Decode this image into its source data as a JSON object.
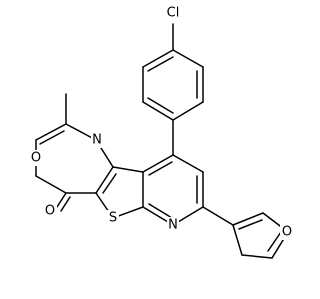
{
  "molecule": {
    "atom_labels": {
      "cl": "Cl",
      "n_oxazine": "N",
      "o_ring": "O",
      "o_carbonyl": "O",
      "s": "S",
      "n_pyridine": "N",
      "o_furan": "O"
    }
  }
}
